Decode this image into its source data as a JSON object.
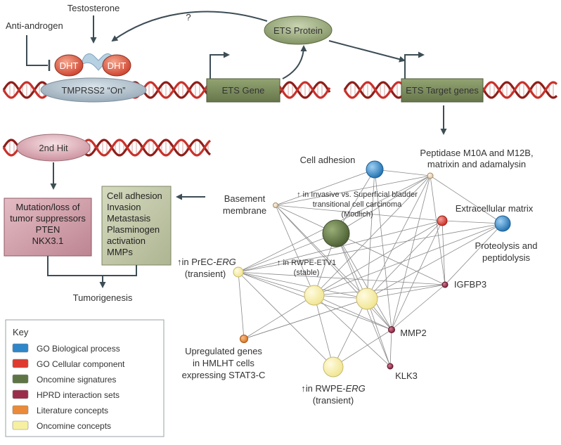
{
  "colors": {
    "dna_red": "#c8312b",
    "dna_dark": "#8e1e19",
    "arrow": "#3d4d55",
    "gene_box": "#7f8f62",
    "gene_box_dark": "#5a6744",
    "green_box": "#c2c8ac",
    "pink_box": "#d3a5ae",
    "dht": "#e2604c",
    "receptor": "#b6d1e2",
    "tmprss2": "#b8c7d2",
    "ets_protein": "#a9b88d",
    "second_hit": "#e2b4bd",
    "blue": "#2f86c9",
    "red": "#df3a2f",
    "dark_green": "#5e7444",
    "maroon": "#9b2c4a",
    "orange": "#ea8a3a",
    "yellow": "#f7efa2",
    "beige": "#f2e0c4",
    "edge": "#8a8a8a"
  },
  "pathway": {
    "testosterone": "Testosterone",
    "anti_androgen": "Anti-androgen",
    "question": "?",
    "dht_left": "DHT",
    "dht_right": "DHT",
    "tmprss2": "TMPRSS2 “On”",
    "ets_gene": "ETS Gene",
    "ets_protein": "ETS Protein",
    "ets_target": "ETS Target genes",
    "second_hit": "2nd Hit",
    "mutation_box": [
      "Mutation/loss of",
      "tumor suppressors",
      "PTEN",
      "NKX3.1"
    ],
    "function_box": [
      "Cell adhesion",
      "Invasion",
      "Metastasis",
      "Plasminogen",
      "activation",
      "MMPs"
    ],
    "tumorigenesis": "Tumorigenesis"
  },
  "network": {
    "cell_adhesion": "Cell adhesion",
    "peptidase": [
      "Peptidase M10A and M12B,",
      "matrixin and adamalysin"
    ],
    "basement": [
      "Basement",
      "membrane"
    ],
    "bladder": [
      "↑ in Invasive vs. Superficial bladder",
      "transitional cell carcinoma",
      "(Modlich)"
    ],
    "extracellular": "Extracellular matrix",
    "proteolysis": [
      "Proteolysis and",
      "peptidolysis"
    ],
    "prec_arrow": "↑in PrEC-",
    "prec_gene": "ERG",
    "prec_sub": "(transient)",
    "rwpe_etv1": [
      "↑ in RWPE-ETV1",
      "(stable)"
    ],
    "igfbp3": "IGFBP3",
    "mmp2": "MMP2",
    "klk3": "KLK3",
    "stat3": [
      "Upregulated genes",
      "in HMLHT cells",
      "expressing STAT3-C"
    ],
    "rwpe_erg_arrow": "↑in RWPE-",
    "rwpe_erg_gene": "ERG",
    "rwpe_erg_sub": "(transient)"
  },
  "key": {
    "title": "Key",
    "items": [
      {
        "label": "GO Biological process",
        "color": "#2f86c9"
      },
      {
        "label": "GO Cellular component",
        "color": "#df3a2f"
      },
      {
        "label": "Oncomine signatures",
        "color": "#5e7444"
      },
      {
        "label": "HPRD interaction sets",
        "color": "#9b2c4a"
      },
      {
        "label": "Literature concepts",
        "color": "#ea8a3a"
      },
      {
        "label": "Oncomine concepts",
        "color": "#f7efa2"
      }
    ]
  }
}
